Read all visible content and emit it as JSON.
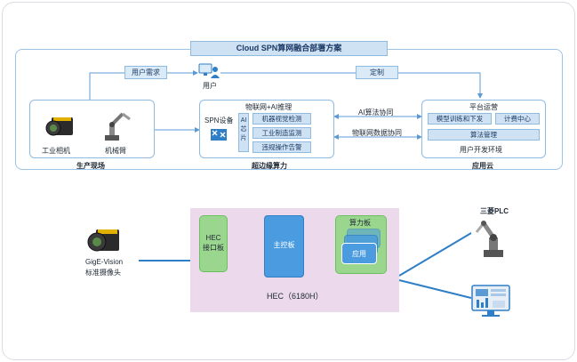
{
  "title": "Cloud SPN算网融合部署方案",
  "top": {
    "user_demand": "用户需求",
    "user": "用户",
    "custom": "定制",
    "production": {
      "items": [
        "工业相机",
        "机械臂"
      ],
      "caption": "生产现场"
    },
    "edge": {
      "header": "物联网+AI推理",
      "device": "SPN设备",
      "chip": "AI芯片",
      "apps": [
        "机器视觉检测",
        "工业制造监测",
        "违规操作告警"
      ],
      "caption": "超边缘算力"
    },
    "links": [
      "AI算法协同",
      "物联网数据协同"
    ],
    "cloud": {
      "header": "平台运营",
      "items": [
        "模型训练和下发",
        "计费中心",
        "算法管理"
      ],
      "subtitle": "用户开发环境",
      "caption": "应用云"
    }
  },
  "bottom": {
    "camera_label": [
      "GigE-Vision",
      "标准摄像头"
    ],
    "hec_board": [
      "HEC",
      "接口板"
    ],
    "main_board": "主控板",
    "compute_board": "算力板",
    "app": "应用",
    "hec_caption": "HEC（6180H）",
    "plc": "三菱PLC"
  },
  "colors": {
    "accent": "#2f7fc7",
    "light_blue": "#cfe2f3",
    "hec_bg": "#ecd9ec",
    "green": "#9ad68e"
  }
}
